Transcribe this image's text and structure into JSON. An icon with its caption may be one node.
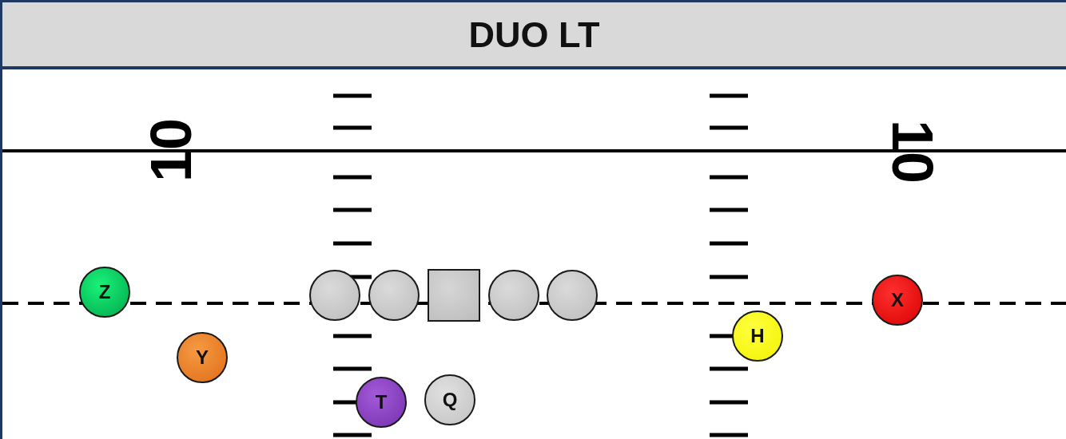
{
  "diagram": {
    "title": "DUO LT",
    "nodes": [
      {
        "text": [
          "Z"
        ]
      },
      {
        "text": [],
        "shape": "circle"
      },
      {
        "text": [],
        "shape": "circle"
      },
      {
        "text": [],
        "shape": "box"
      },
      {
        "text": [],
        "shape": "circle"
      },
      {
        "text": [],
        "shape": "circle"
      },
      {
        "text": [
          "X"
        ]
      },
      {
        "text": [
          "H"
        ]
      },
      {
        "text": [
          "Y"
        ]
      },
      {
        "text": [
          "T"
        ]
      },
      {
        "text": [
          "Q"
        ]
      }
    ],
    "labels": [
      "10",
      "10"
    ]
  }
}
